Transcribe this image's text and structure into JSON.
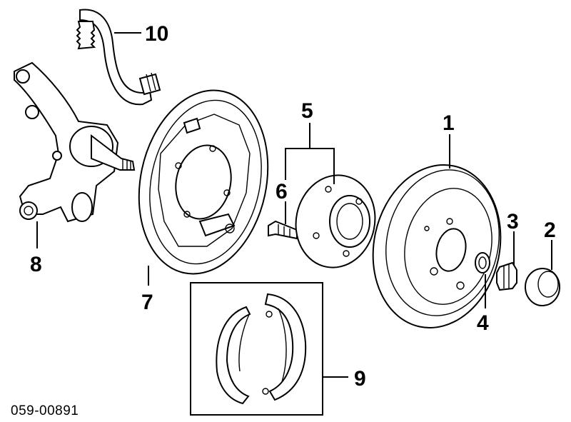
{
  "diagram": {
    "callouts": [
      {
        "id": "1",
        "label": "1"
      },
      {
        "id": "2",
        "label": "2"
      },
      {
        "id": "3",
        "label": "3"
      },
      {
        "id": "4",
        "label": "4"
      },
      {
        "id": "5",
        "label": "5"
      },
      {
        "id": "6",
        "label": "6"
      },
      {
        "id": "7",
        "label": "7"
      },
      {
        "id": "8",
        "label": "8"
      },
      {
        "id": "9",
        "label": "9"
      },
      {
        "id": "10",
        "label": "10"
      }
    ],
    "figure_code": "059-00891"
  }
}
